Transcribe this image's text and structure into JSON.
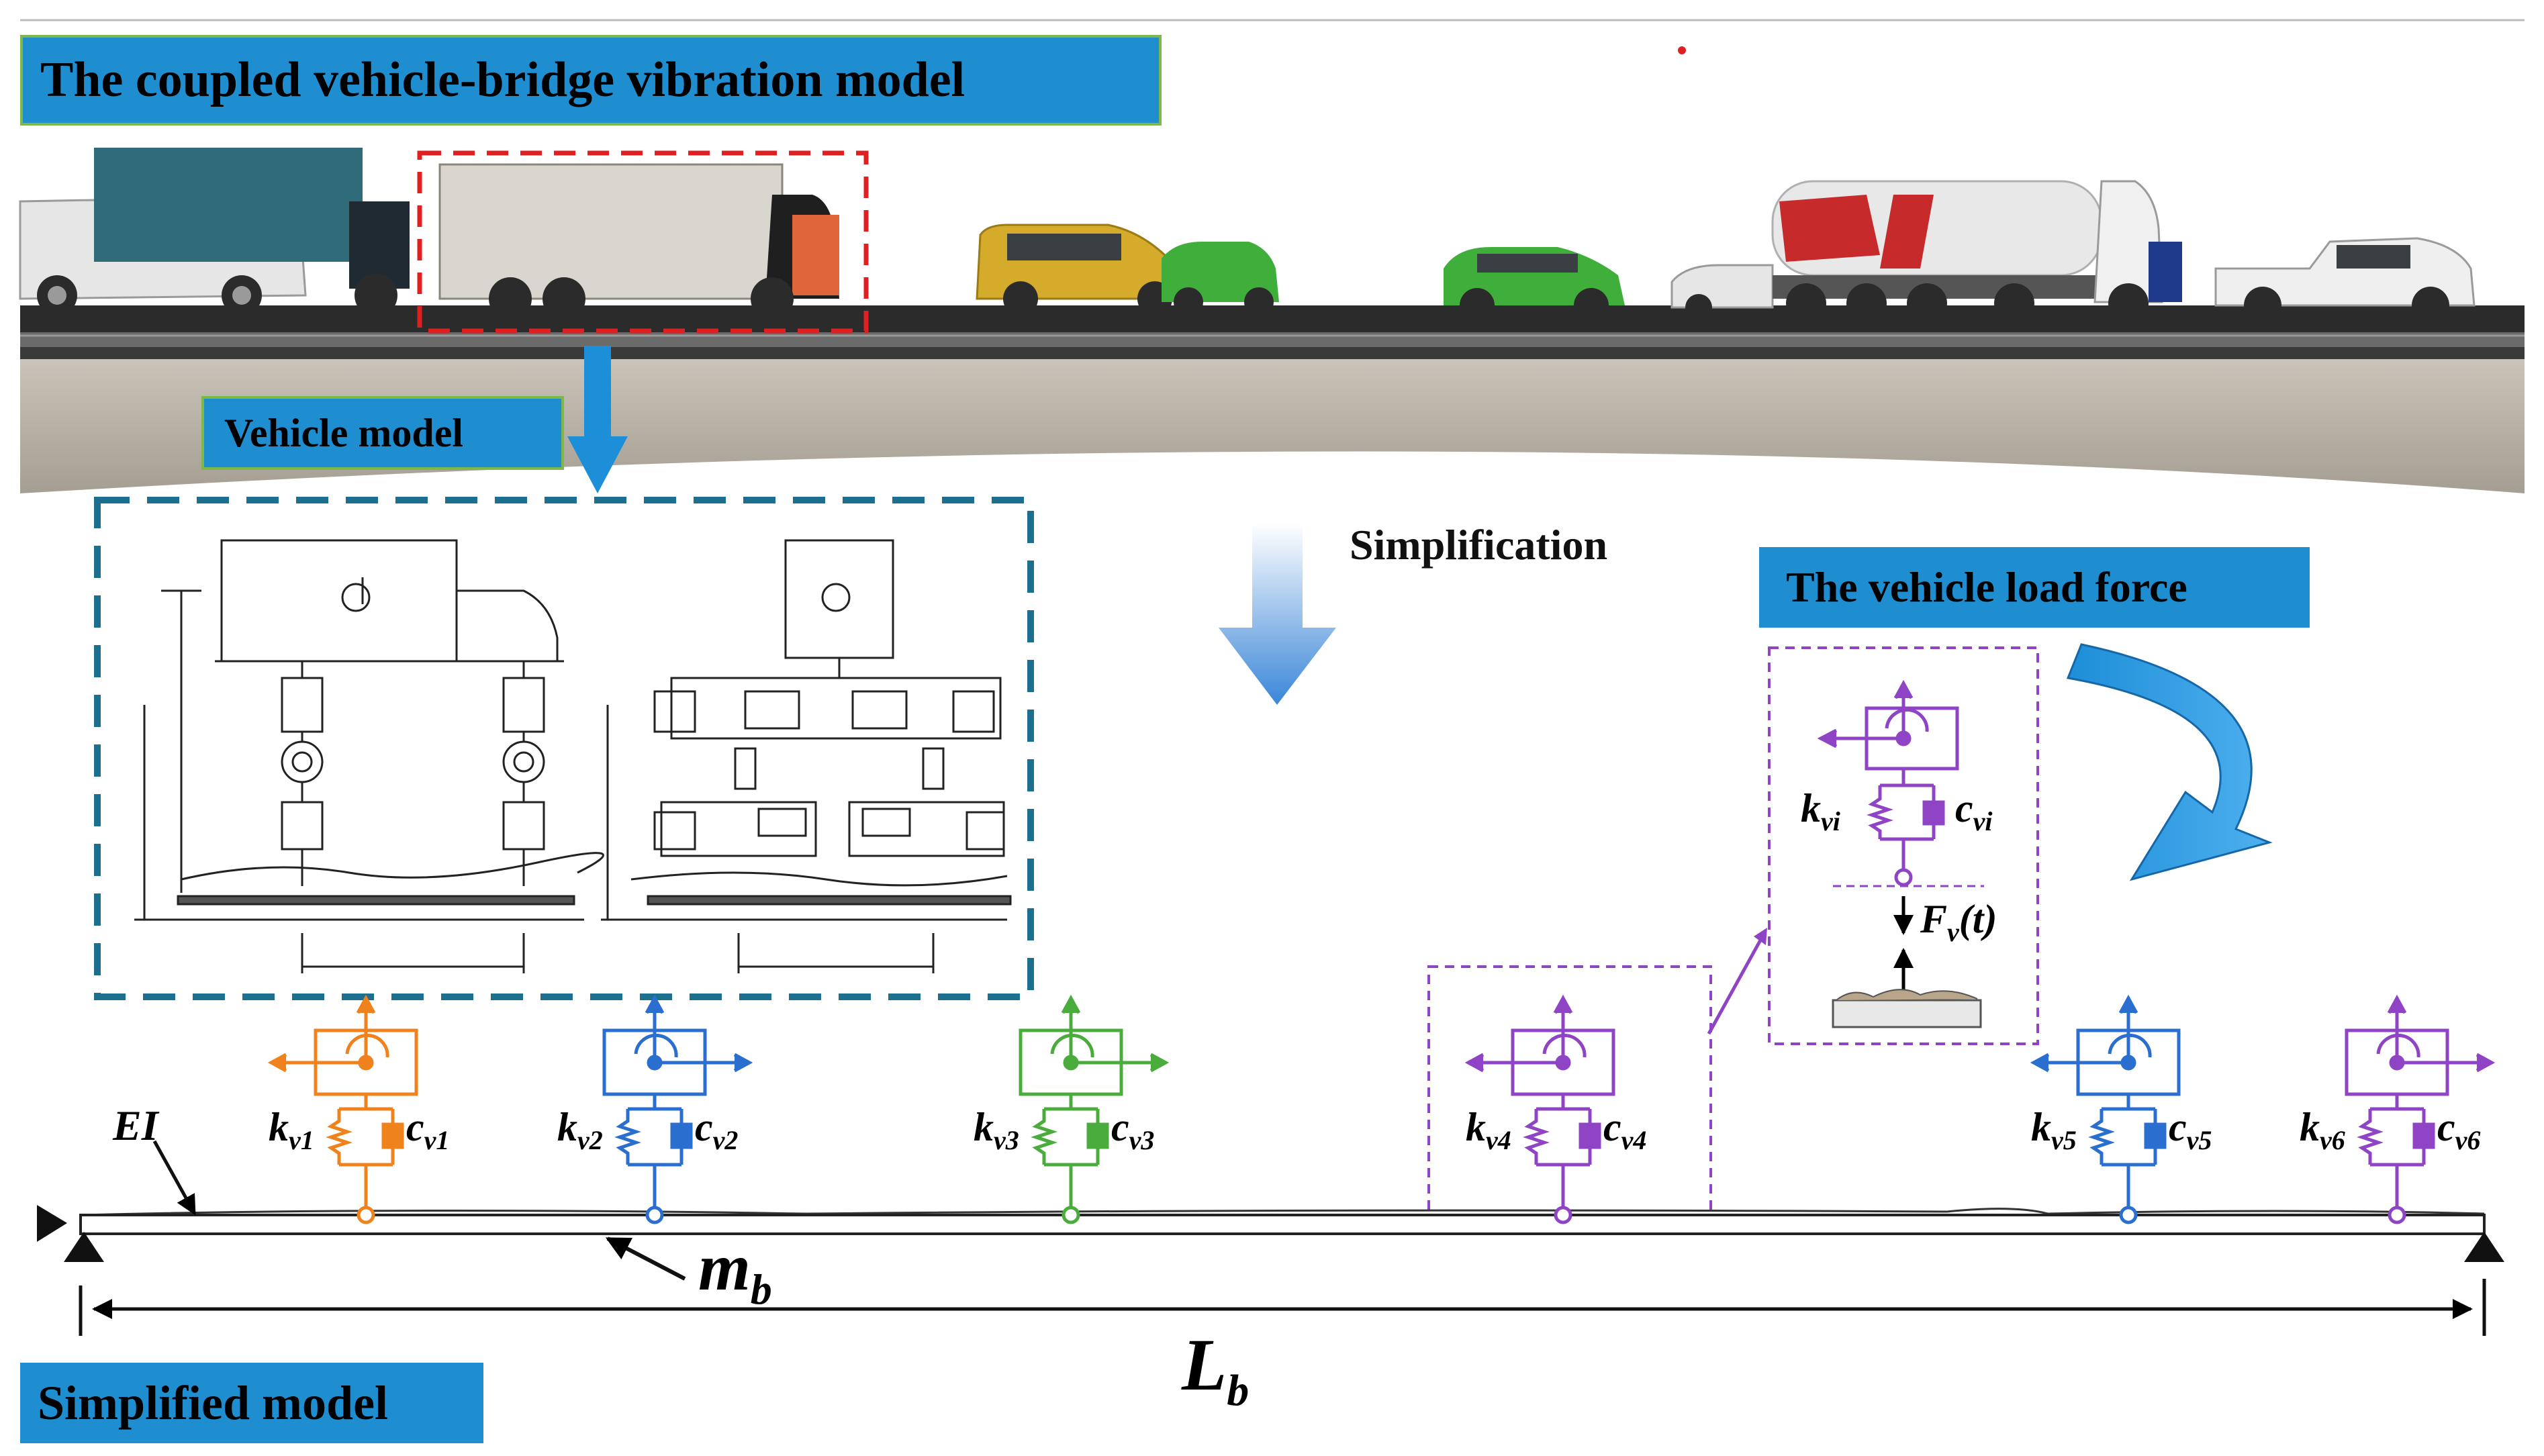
{
  "header": {
    "title": "The coupled vehicle-bridge vibration model"
  },
  "labels": {
    "vehicle_model": "Vehicle model",
    "simplification": "Simplification",
    "vehicle_load_force": "The vehicle load force",
    "simplified_model": "Simplified model"
  },
  "beam": {
    "stiffness": "EI",
    "mass": "m",
    "mass_sub": "b",
    "length": "L",
    "length_sub": "b"
  },
  "detail": {
    "spring": "k",
    "spring_sub": "vi",
    "damper": "c",
    "damper_sub": "vi",
    "force": "F",
    "force_sub": "v",
    "force_arg": "(t)"
  },
  "vehicles": [
    {
      "color": "#f0821e",
      "k": "k",
      "k_sub": "v1",
      "c": "c",
      "c_sub": "v1"
    },
    {
      "color": "#2a6fcf",
      "k": "k",
      "k_sub": "v2",
      "c": "c",
      "c_sub": "v2"
    },
    {
      "color": "#4aac3c",
      "k": "k",
      "k_sub": "v3",
      "c": "c",
      "c_sub": "v3"
    },
    {
      "color": "#8e44c4",
      "k": "k",
      "k_sub": "v4",
      "c": "c",
      "c_sub": "v4"
    },
    {
      "color": "#2a6fcf",
      "k": "k",
      "k_sub": "v5",
      "c": "c",
      "c_sub": "v5"
    },
    {
      "color": "#8e44c4",
      "k": "k",
      "k_sub": "v6",
      "c": "c",
      "c_sub": "v6"
    }
  ],
  "colors": {
    "label_bg": "#1f8ed1",
    "label_border": "#7fb84a",
    "selection_red": "#e02020",
    "dashed_teal": "#1d6f8f",
    "detail_purple": "#8e44c4",
    "arrow_blue": "#1d8ed8"
  },
  "icons": [
    "van-icon",
    "box-truck-icon",
    "minivan-icon",
    "hatchback-icon",
    "tanker-truck-icon",
    "pickup-truck-icon",
    "sedan-icon"
  ]
}
